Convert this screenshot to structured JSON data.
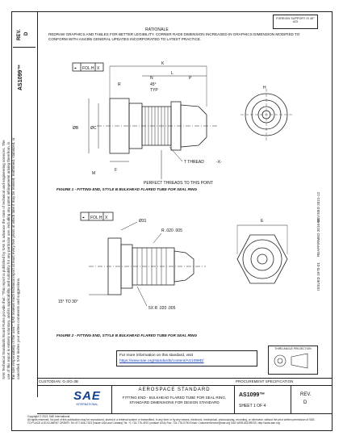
{
  "side": {
    "rev_label": "REV.",
    "rev_value": "D",
    "doc_number": "AS1099™",
    "legal_text": "SAE Technical Standards Board Rules provide that: \"This report is published by SAE to advance the state of technical and engineering sciences. The use of this report is entirely voluntary, and its applicability and suitability for any particular use, including any patent infringement arising therefrom, is the sole responsibility of the user.\" SAE reviews each technical report at least every five years at which time it may be revised, reaffirmed, stabilized, or cancelled. SAE invites your written comments and suggestions.",
    "dates": [
      "ISSUED 1970-01",
      "REAFFIRMED 2016-10",
      "REVISED 2021-12"
    ]
  },
  "header": {
    "foreign_note_1": "FOREIGN SUPPORT IS 45°",
    "foreign_note_2": "#23",
    "rationale_title": "RATIONALE",
    "rationale_text": "REDRAW GRAPHICS AND TABLES FOR BETTER LEGIBILITY. CORNER RADII DIMENSION INCREASED IN GRAPHICS DIMENSION MODIFIED TO CONFORM WITH AS4395 GENERAL UPDATES INCORPORATED TO LATEST PRACTICE."
  },
  "figure1": {
    "dims": [
      "K",
      "L",
      "R",
      "N",
      "P",
      "45°",
      "TYP",
      "ØB",
      "ØC",
      "F",
      "M",
      "T THREAD",
      "-X-",
      "H",
      "FOL H",
      "X"
    ],
    "note": "PERFECT THREADS TO THIS POINT",
    "caption": "FIGURE 1 - FITTING END, STYLE B BULKHEAD FLARED TUBE FOR SEAL RING"
  },
  "figure2": {
    "dims": [
      "Ø31",
      "R .020 .005",
      "E",
      "15° TO 30°",
      "5X R .020 .005",
      "FOL H",
      "X"
    ],
    "caption": "FIGURE 2 - FITTING END, STYLE B BULKHEAD FLARED TUBE FOR SEAL RING"
  },
  "info": {
    "line1": "For more information on this standard, visit",
    "link": "https://www.sae.org/standards/content/AS1099D/"
  },
  "third_angle": "THIRD ANGLE PROJECTION",
  "footer": {
    "custodian": "CUSTODIAN: G-3/G-3B",
    "procurement": "PROCUREMENT SPECIFICATION",
    "logo": "SAE",
    "logo_sub": "INTERNATIONAL",
    "title1": "AEROSPACE STANDARD",
    "title2": "FITTING END - BULKHEAD FLARED TUBE FOR SEAL RING, STANDARD DIMENSIONS FOR DESIGN STANDARD",
    "doc_number": "AS1099™",
    "sheet": "SHEET 1 OF 4",
    "rev_label": "REV.",
    "rev_value": "D",
    "copyright": "Copyright © 2021 SAE International",
    "small_print": "All rights reserved. No part of this publication may be reproduced, stored in a retrieval system or transmitted, in any form or by any means, electronic, mechanical, photocopying, recording, or otherwise, without the prior written permission of SAE.",
    "contact": "TO PLACE A DOCUMENT ORDER:  Tel: 877-606-7323 (inside USA and Canada)   Tel: +1 724-776-4970 (outside USA)   Fax: 724-776-0790   Email: CustomerService@sae.org   SAE WEB ADDRESS: http://www.sae.org"
  }
}
